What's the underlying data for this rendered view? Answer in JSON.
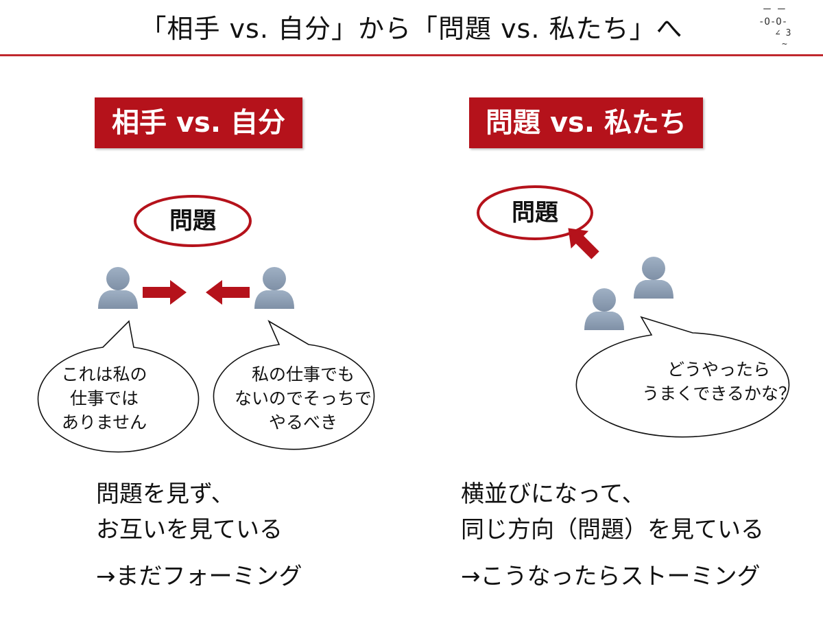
{
  "slide": {
    "title": "「相手 vs. 自分」から「問題 vs. 私たち」へ",
    "logo": {
      "lines": [
        "ー ー",
        "-O-O-",
        "∠ 3",
        "~"
      ]
    }
  },
  "colors": {
    "accent": "#b5121b",
    "person": "#8a9bb0",
    "rule": "#c0282d"
  },
  "left": {
    "tag": "相手 vs. 自分",
    "problem_label": "問題",
    "bubble_a": [
      "これは私の",
      "仕事では",
      "ありません"
    ],
    "bubble_b": [
      "私の仕事でも",
      "ないのでそっちで",
      "やるべき"
    ],
    "caption": [
      "問題を見ず、",
      "お互いを見ている"
    ],
    "conclusion": "→まだフォーミング"
  },
  "right": {
    "tag": "問題 vs. 私たち",
    "problem_label": "問題",
    "bubble": [
      "どうやったら",
      "うまくできるかな？"
    ],
    "caption": [
      "横並びになって、",
      "同じ方向（問題）を見ている"
    ],
    "conclusion": "→こうなったらストーミング"
  },
  "icons": [
    "person-icon",
    "arrow-right-icon",
    "arrow-left-icon",
    "arrow-up-left-icon"
  ]
}
